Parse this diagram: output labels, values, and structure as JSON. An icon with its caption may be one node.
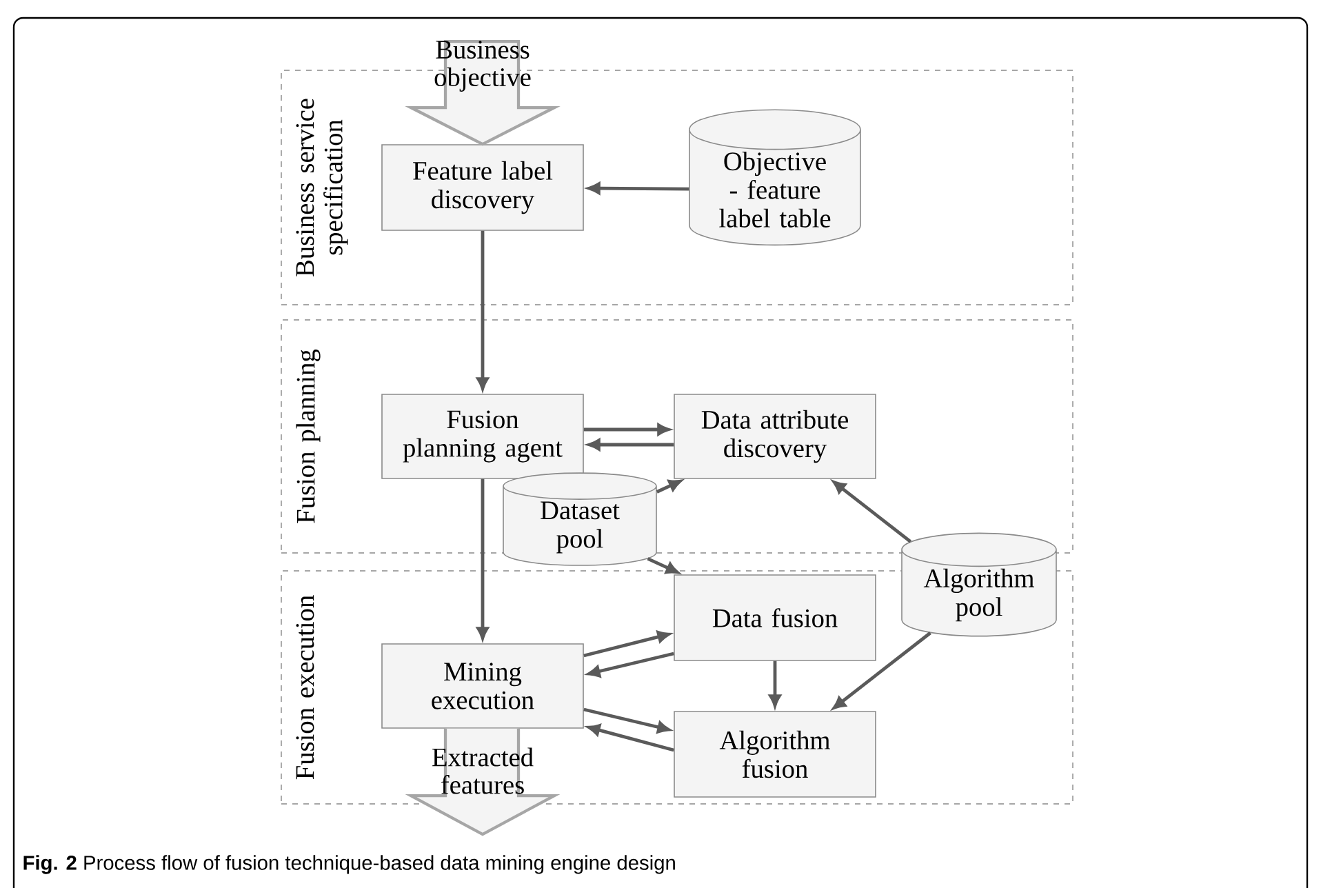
{
  "diagram": {
    "caption": "**Fig. 2** Process flow of fusion technique-based data mining engine design",
    "nodes": [
      {
        "text": [
          "Business service specification"
        ]
      },
      {
        "text": [
          "Feature label discovery"
        ],
        "in": 0
      },
      {
        "text": [
          "Objective - feature label table"
        ],
        "in": 0
      },
      {
        "text": [
          "Fusion planning"
        ]
      },
      {
        "text": [
          "Fusion planning agent"
        ],
        "in": 3
      },
      {
        "text": [
          "Data attribute discovery"
        ],
        "in": 3
      },
      {
        "text": [
          "Dataset pool"
        ]
      },
      {
        "text": [
          "Fusion execution"
        ]
      },
      {
        "text": [
          "Data fusion"
        ],
        "in": 7
      },
      {
        "text": [
          "Mining execution"
        ],
        "in": 7
      },
      {
        "text": [
          "Algorithm fusion"
        ],
        "in": 7
      },
      {
        "text": [
          "Algorithm pool"
        ]
      }
    ],
    "edges": [
      {
        "from": null,
        "to": 1,
        "arrow": "to",
        "label": "Business objective"
      },
      {
        "from": 2,
        "to": 1,
        "arrow": "to"
      },
      {
        "from": 1,
        "to": 4,
        "arrow": "to"
      },
      {
        "from": 4,
        "to": 5,
        "arrow": "to"
      },
      {
        "from": 5,
        "to": 4,
        "arrow": "to"
      },
      {
        "from": 6,
        "to": 5,
        "arrow": "to"
      },
      {
        "from": 11,
        "to": 5,
        "arrow": "to"
      },
      {
        "from": 6,
        "to": 8,
        "arrow": "to"
      },
      {
        "from": 4,
        "to": 9,
        "arrow": "to"
      },
      {
        "from": 9,
        "to": 8,
        "arrow": "to"
      },
      {
        "from": 8,
        "to": 9,
        "arrow": "to"
      },
      {
        "from": 8,
        "to": 10,
        "arrow": "to"
      },
      {
        "from": 11,
        "to": 10,
        "arrow": "to"
      },
      {
        "from": 9,
        "to": 10,
        "arrow": "to"
      },
      {
        "from": 10,
        "to": 9,
        "arrow": "to"
      },
      {
        "from": 9,
        "to": null,
        "arrow": "to",
        "label": "Extracted features"
      }
    ]
  }
}
